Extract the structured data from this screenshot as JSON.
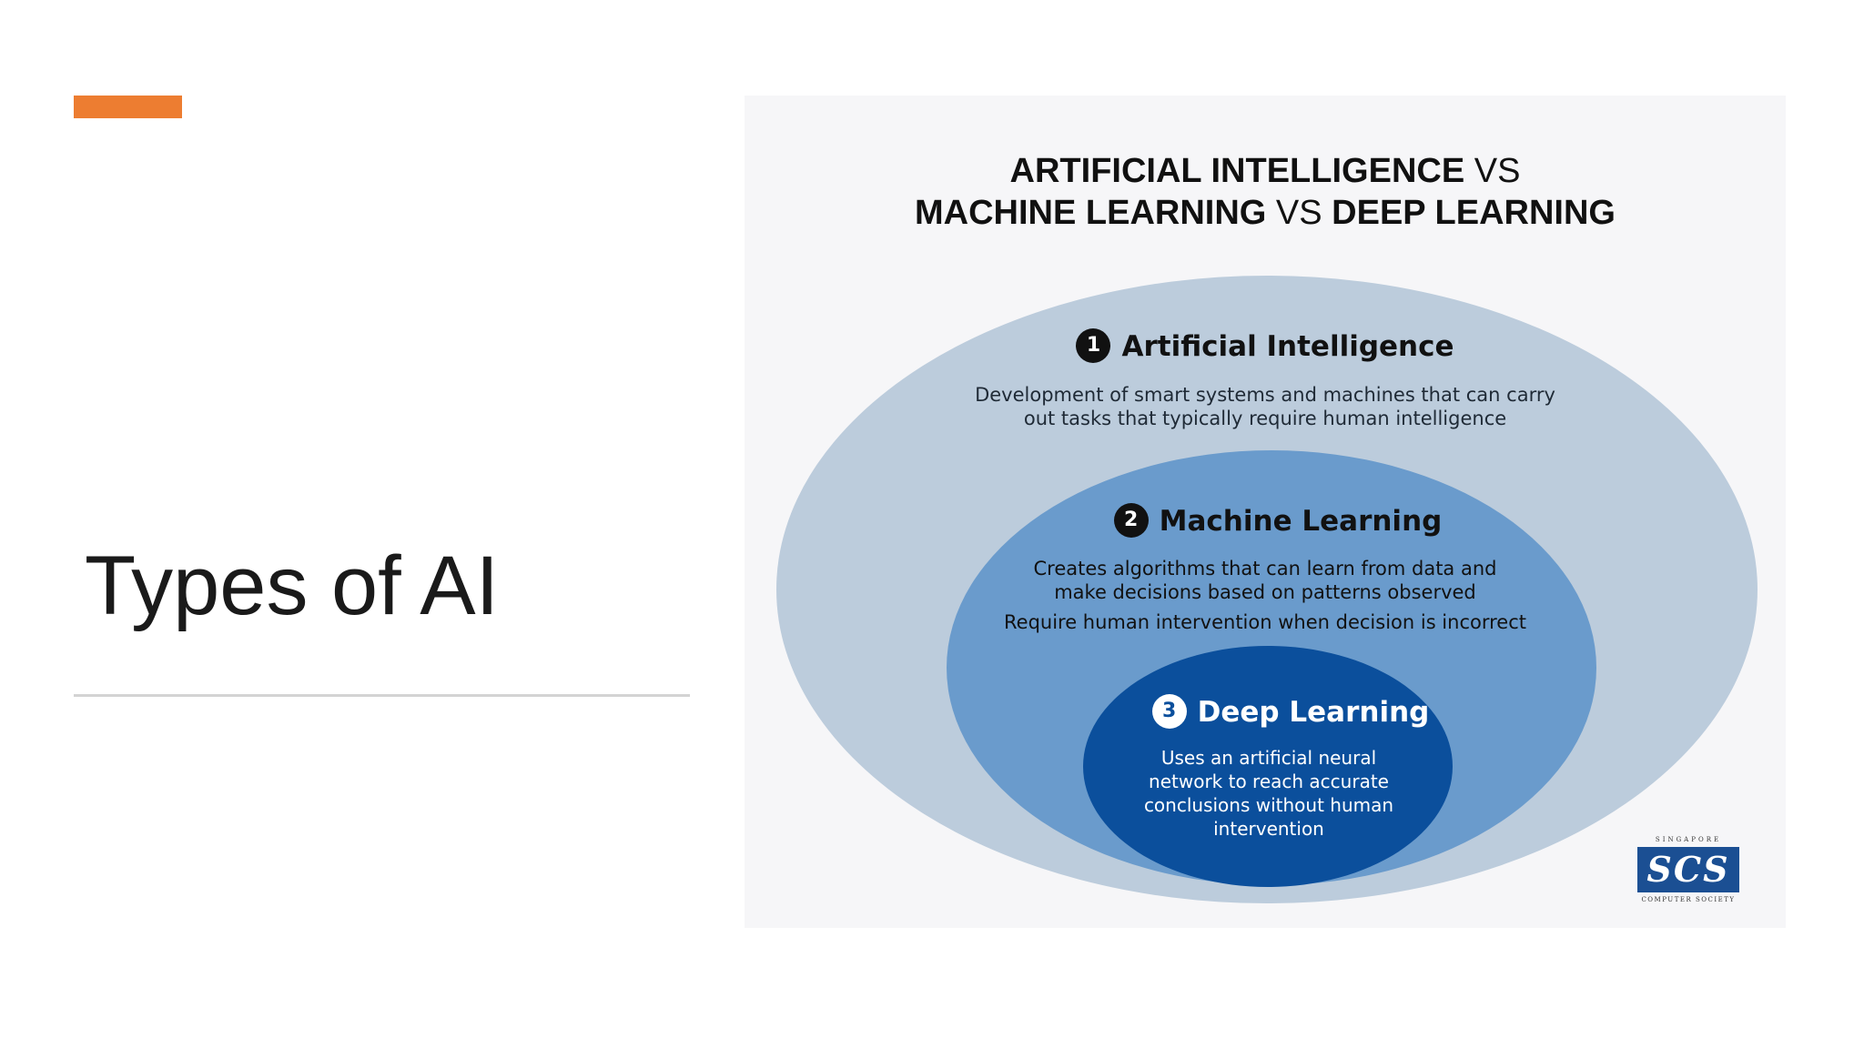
{
  "slide": {
    "title": "Types of AI",
    "accent_color": "#ed7d31"
  },
  "diagram": {
    "heading": {
      "line1_bold": "ARTIFICIAL INTELLIGENCE",
      "line1_vs": "VS",
      "line2_bold_a": "MACHINE LEARNING",
      "line2_vs": "VS",
      "line2_bold_b": "DEEP LEARNING"
    },
    "layers": [
      {
        "number": "1",
        "title": "Artificial Intelligence",
        "description": "Development of smart systems and machines that can carry out tasks that typically require human intelligence",
        "color": "#bcccdc"
      },
      {
        "number": "2",
        "title": "Machine Learning",
        "description": "Creates algorithms that can learn from data and make decisions based on patterns observed",
        "description2": "Require human intervention when decision is incorrect",
        "color": "#6a9bcc"
      },
      {
        "number": "3",
        "title": "Deep Learning",
        "description": "Uses an artificial neural network to reach accurate conclusions without human intervention",
        "color": "#0b4f9c"
      }
    ],
    "logo": {
      "top_text": "SINGAPORE",
      "mark": "SCS",
      "bottom_text": "COMPUTER SOCIETY"
    }
  }
}
